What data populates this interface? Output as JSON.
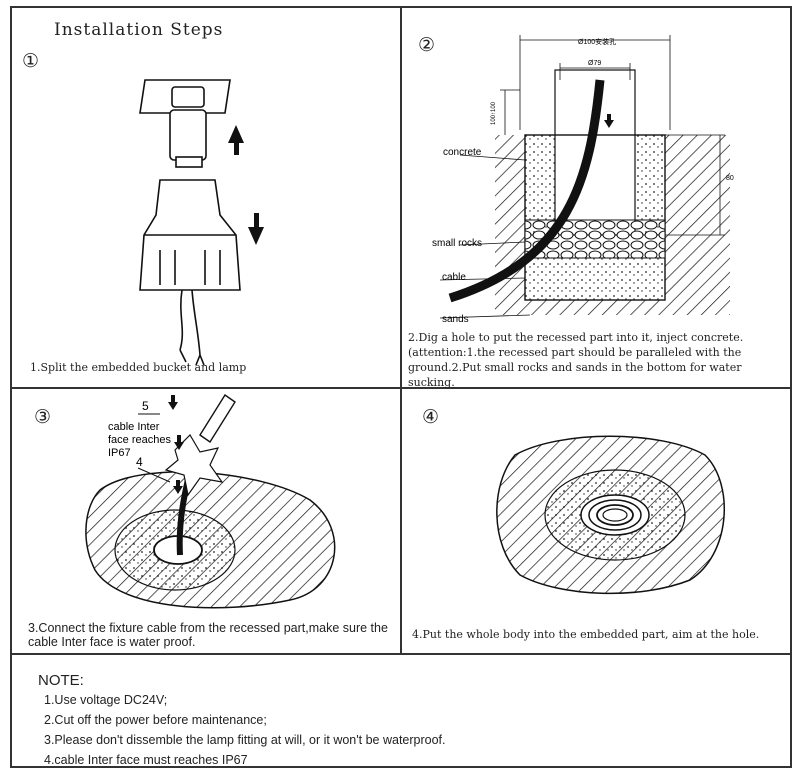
{
  "title": "Installation Steps",
  "steps": [
    {
      "num": "①",
      "caption": "1.Split the embedded bucket and lamp"
    },
    {
      "num": "②",
      "caption": "2.Dig a hole to put the recessed part into it, inject concrete. (attention:1.the recessed part should be paralleled with the ground.2.Put small rocks and sands in the bottom for water sucking.",
      "labels": {
        "concrete": "concrete",
        "small_rocks": "small rocks",
        "cable": "cable",
        "sands": "sands",
        "dim_outer": "Ø100安装孔",
        "dim_inner": "Ø79",
        "dim_depth": "80",
        "dim_top": "100↑100"
      }
    },
    {
      "num": "③",
      "caption_line1": "3.Connect the fixture cable from the recessed part,make sure the",
      "caption_line2": "cable Inter face is water proof.",
      "labels": {
        "n5": "5",
        "n4": "4",
        "interface1": "cable Inter",
        "interface2": "face reaches",
        "interface3": "IP67"
      }
    },
    {
      "num": "④",
      "caption": "4.Put the whole body into the embedded part, aim at the hole."
    }
  ],
  "note": {
    "title": "NOTE:",
    "items": [
      "1.Use voltage DC24V;",
      "2.Cut off the power before maintenance;",
      "3.Please don't dissemble the lamp fitting at will, or it won't be waterproof.",
      "4.cable Inter face must reaches IP67"
    ]
  }
}
